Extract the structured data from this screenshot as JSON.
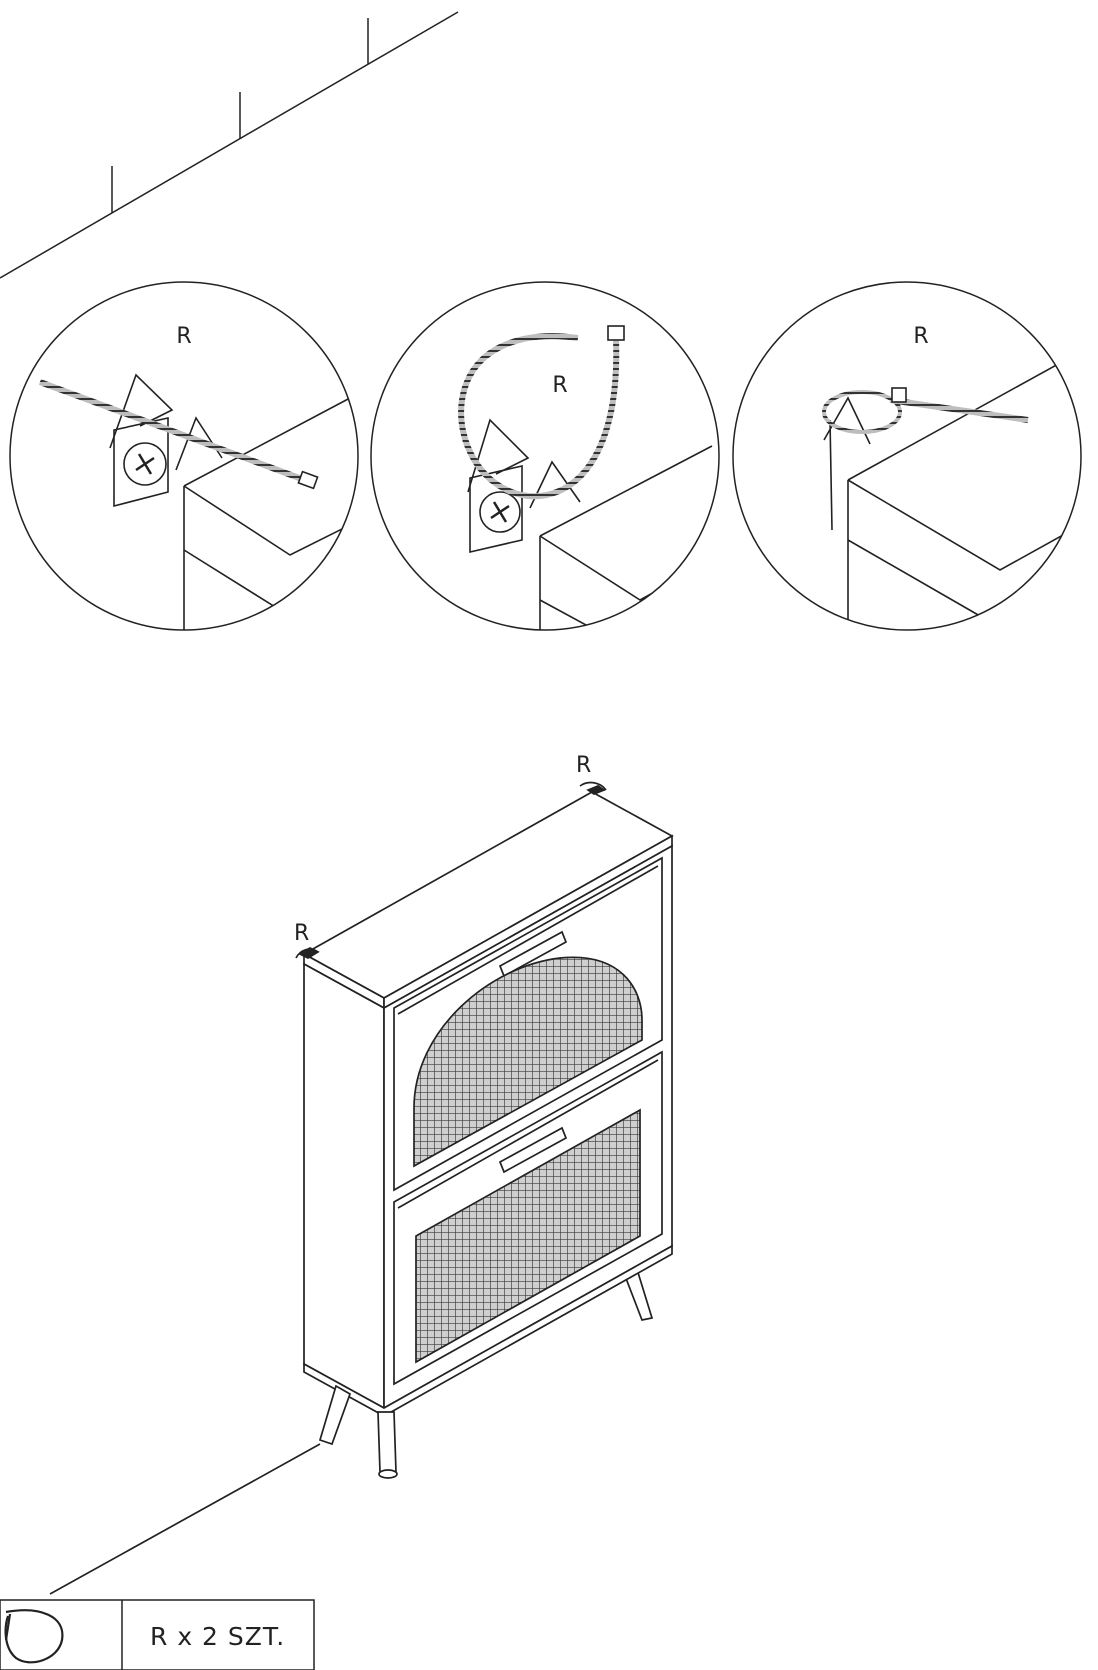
{
  "step": {
    "detail_labels": [
      "R",
      "R",
      "R"
    ],
    "cabinet_labels": [
      "R",
      "R"
    ]
  },
  "parts": {
    "icon": "cable-tie-icon",
    "quantity_text": "R x 2 SZT."
  },
  "colors": {
    "line": "#222222",
    "background": "#ffffff"
  }
}
